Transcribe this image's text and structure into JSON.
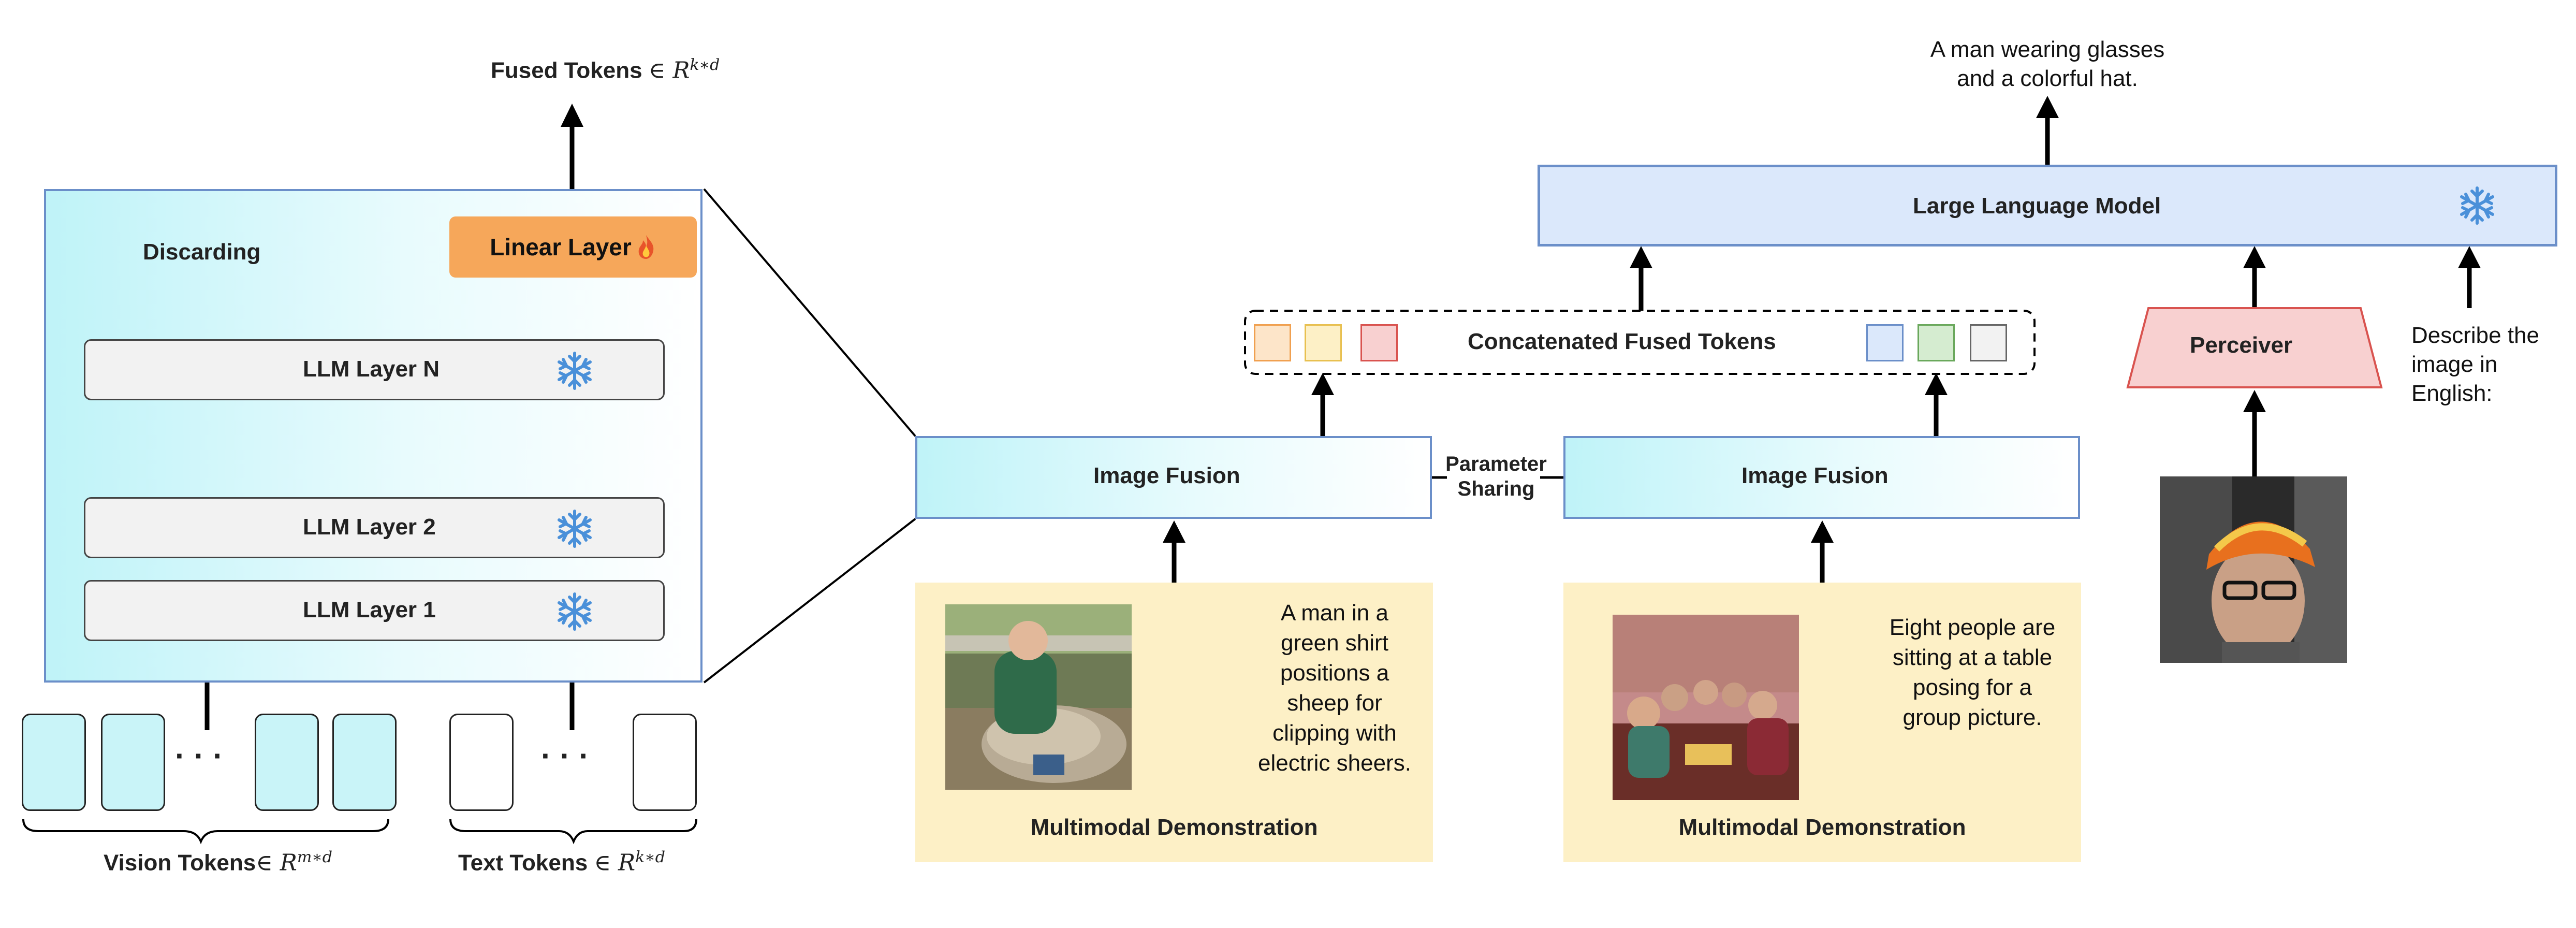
{
  "left": {
    "fused_title": "Fused Tokens",
    "fused_math": "∈ R",
    "fused_sup": "k∗d",
    "linear_layer": "Linear Layer",
    "discarding": "Discarding",
    "layers": [
      "LLM Layer N",
      "LLM Layer 2",
      "LLM Layer 1"
    ],
    "vision_label": "Vision Tokens",
    "vision_math": "∈ R",
    "vision_sup": "m∗d",
    "text_label": "Text Tokens",
    "text_math": "∈ R",
    "text_sup": "k∗d",
    "ellipsis": "· · ·"
  },
  "right": {
    "image_fusion_label": "Image Fusion",
    "param_sharing_1": "Parameter",
    "param_sharing_2": "Sharing",
    "concat_label": "Concatenated Fused Tokens",
    "llm_label": "Large Language Model",
    "perceiver_label": "Perceiver",
    "output_line1": "A man wearing glasses",
    "output_line2": "and a colorful hat.",
    "prompt_lines": [
      "Describe the",
      "image in",
      "English:"
    ],
    "demo1": {
      "caption": [
        "A man in a",
        "green shirt",
        "positions a",
        "sheep for",
        "clipping with",
        "electric sheers."
      ],
      "title": "Multimodal Demonstration"
    },
    "demo2": {
      "caption": [
        "Eight people are",
        "sitting at a table",
        "posing for a",
        "group picture."
      ],
      "title": "Multimodal Demonstration"
    }
  },
  "colors": {
    "cyan_panel": "#bff3f8",
    "llm_blue": "#dbe8fb",
    "box_border_blue": "#5a7fbf",
    "linear_orange": "#f6a75a",
    "demo_yellow": "#fdf0c6",
    "perceiver_pink": "#f8d0d0",
    "snowflake": "#4a90d9"
  },
  "icons": [
    "snowflake-icon",
    "fire-icon",
    "arrow-icon",
    "x-mark-icon",
    "brace-icon"
  ]
}
